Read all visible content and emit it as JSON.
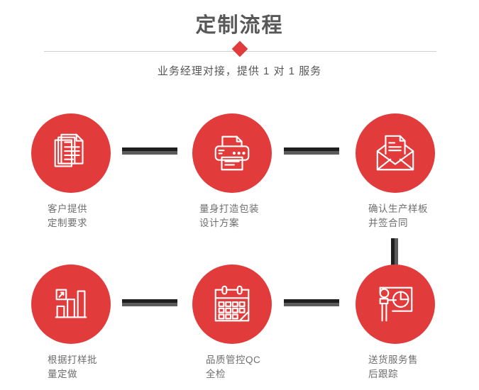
{
  "header": {
    "title": "定制流程",
    "subtitle": "业务经理对接，提供 1 对 1 服务",
    "divider_icon": "diamond-icon",
    "accent_color": "#e23b3b",
    "title_color": "#585858",
    "divider_color": "#cfcfcf"
  },
  "flow": {
    "connector_colors": {
      "dark": "#1e1e1e",
      "light": "#5b5b5b"
    },
    "steps": [
      {
        "index": "1",
        "icon": "documents-stack-icon",
        "label": "客户提供\n定制要求"
      },
      {
        "index": "2",
        "icon": "printer-icon",
        "label": "量身打造包装\n设计方案"
      },
      {
        "index": "3",
        "icon": "envelope-document-icon",
        "label": "确认生产样板\n并签合同"
      },
      {
        "index": "4",
        "icon": "bar-chart-growth-icon",
        "label": "根据打样批\n量定做"
      },
      {
        "index": "5",
        "icon": "calendar-check-icon",
        "label": "品质管控QC\n全检"
      },
      {
        "index": "6",
        "icon": "presenter-pie-chart-icon",
        "label": "送货服务售\n后跟踪"
      }
    ]
  }
}
